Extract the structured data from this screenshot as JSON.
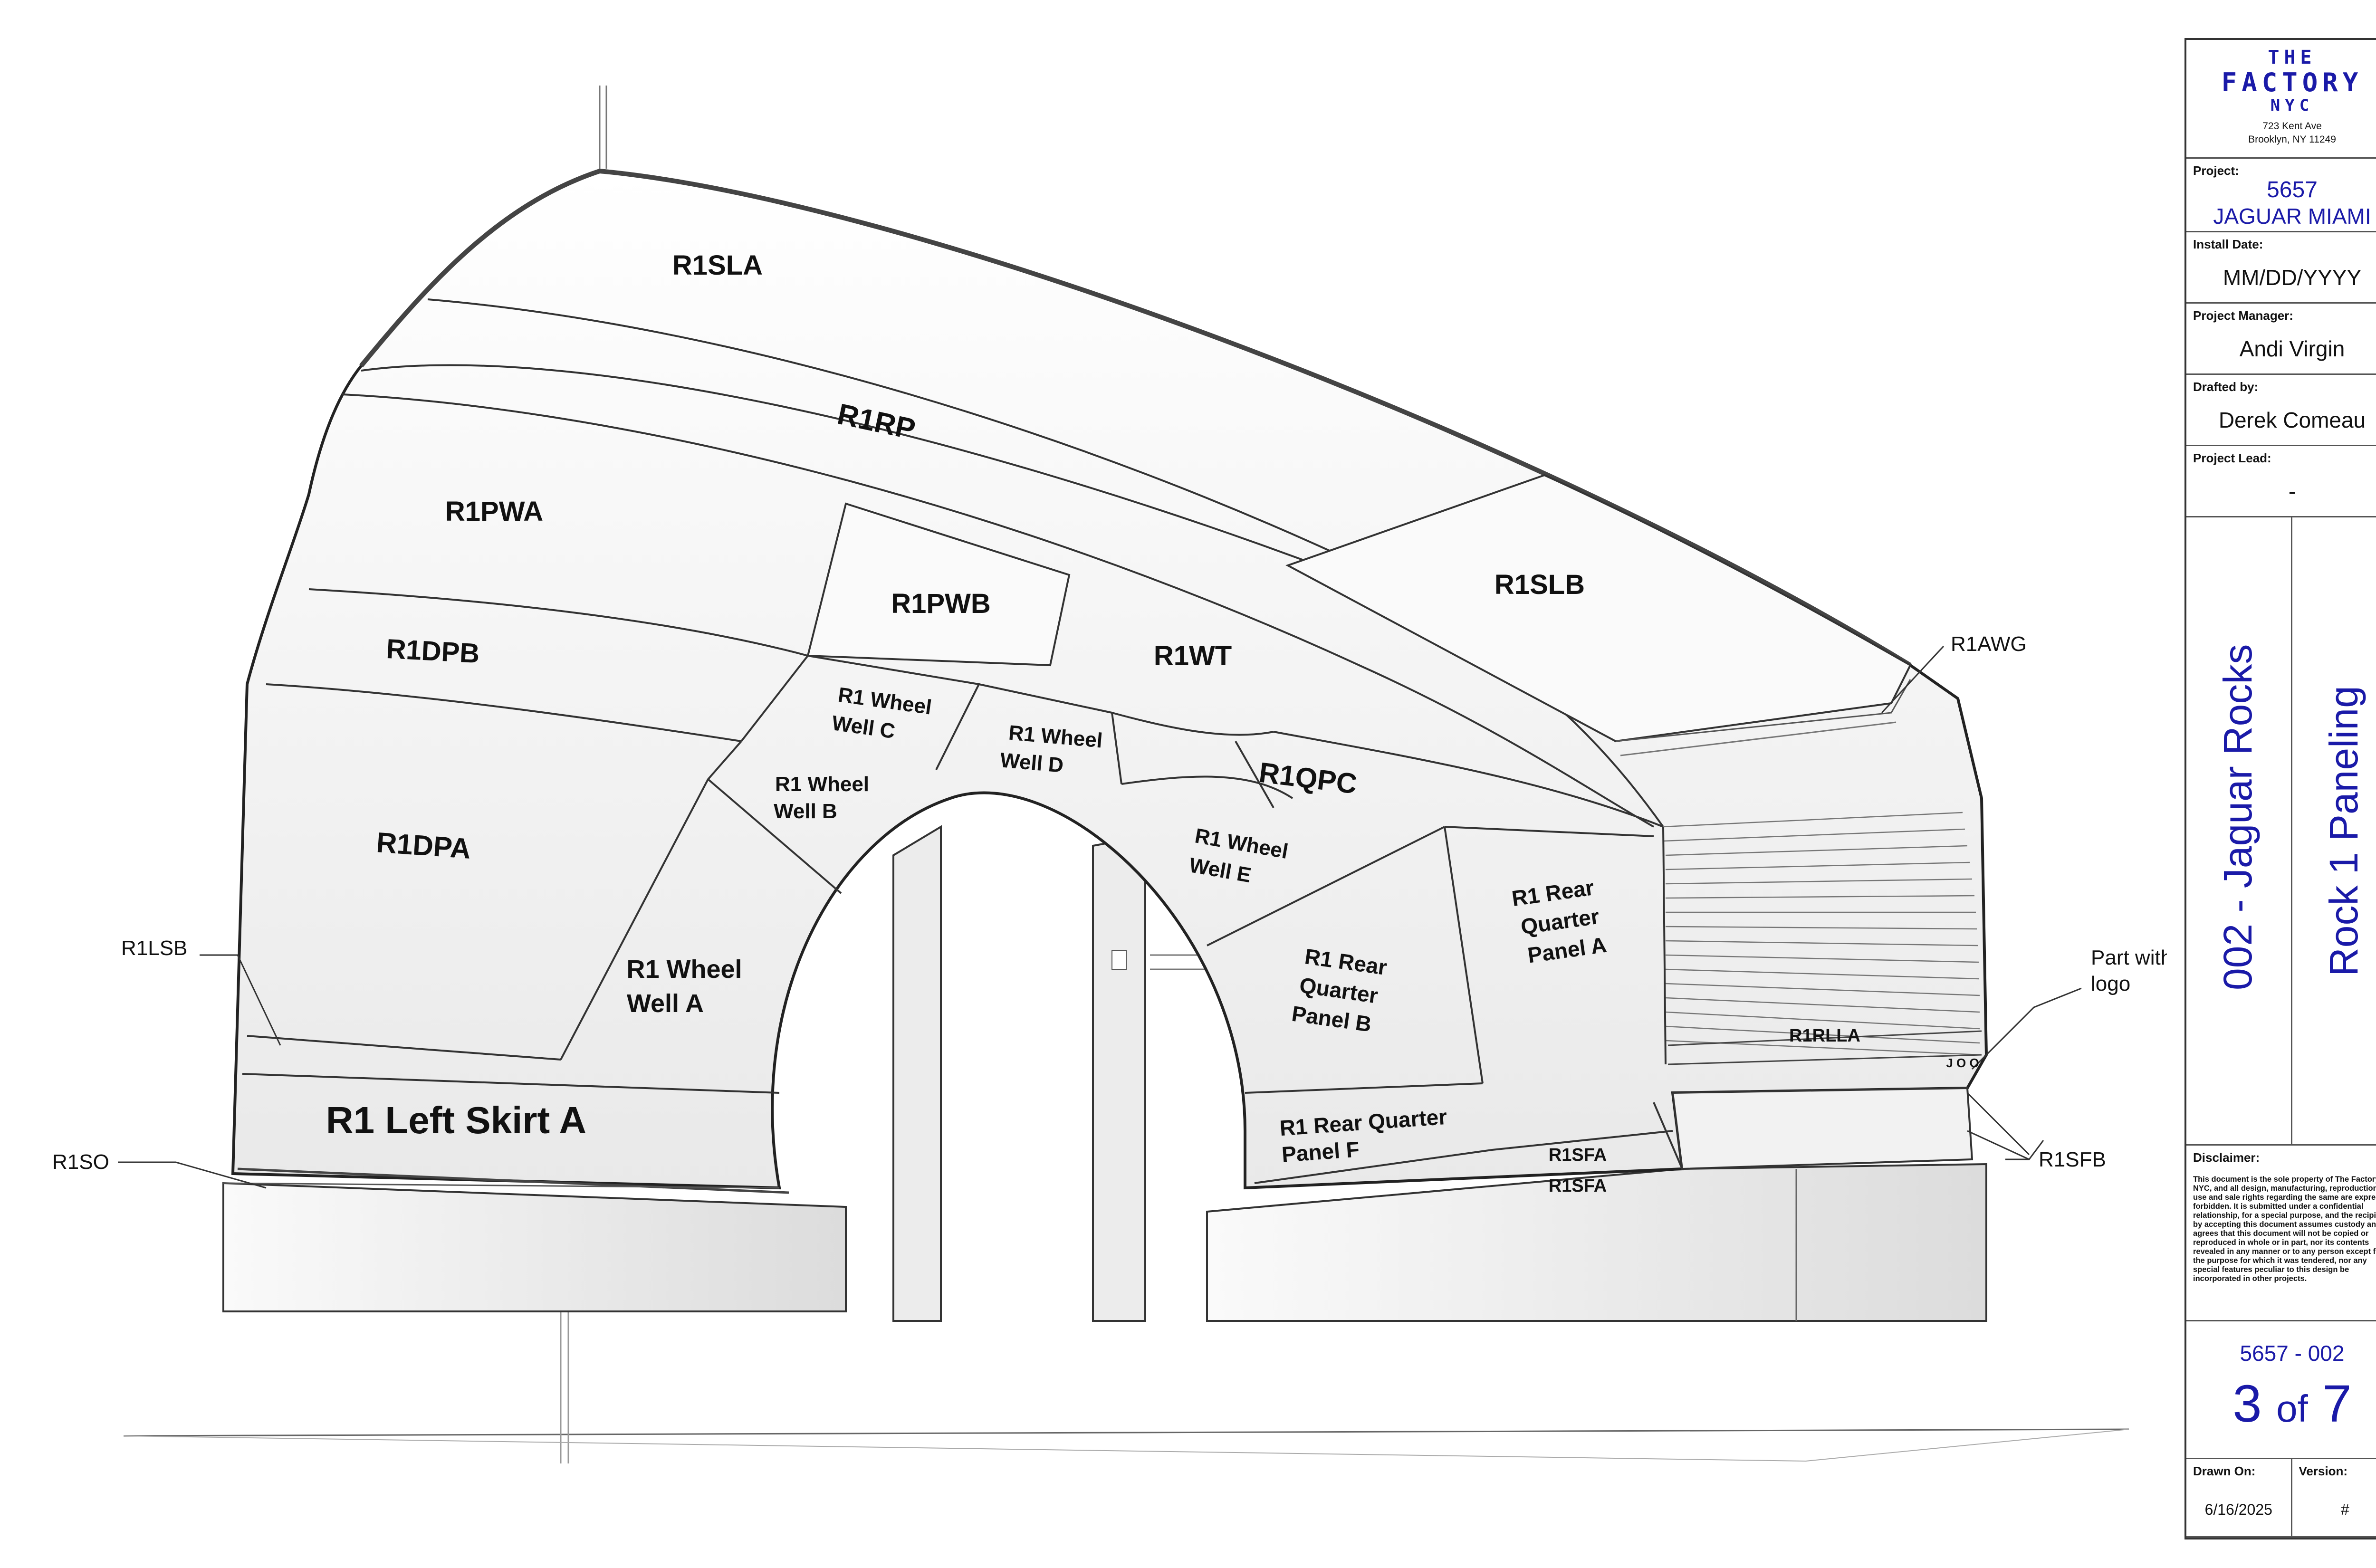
{
  "drawing": {
    "panels": {
      "r1sla": "R1SLA",
      "r1rp": "R1RP",
      "r1pwa": "R1PWA",
      "r1pwb": "R1PWB",
      "r1slb": "R1SLB",
      "r1dpb": "R1DPB",
      "r1wt": "R1WT",
      "well_c_1": "R1 Wheel",
      "well_c_2": "Well C",
      "well_d_1": "R1 Wheel",
      "well_d_2": "Well D",
      "well_b_1": "R1 Wheel",
      "well_b_2": "Well B",
      "r1qpc": "R1QPC",
      "r1dpa": "R1DPA",
      "well_e_1": "R1 Wheel",
      "well_e_2": "Well E",
      "rqa_1": "R1 Rear",
      "rqa_2": "Quarter",
      "rqa_3": "Panel A",
      "well_a_1": "R1 Wheel",
      "well_a_2": "Well A",
      "rqb_1": "R1 Rear",
      "rqb_2": "Quarter",
      "rqb_3": "Panel B",
      "r1rlla": "R1RLLA",
      "logo_mark": "J O O",
      "left_skirt": "R1 Left Skirt A",
      "rqf_1": "R1 Rear Quarter",
      "rqf_2": "Panel F",
      "r1sfa_1": "R1SFA",
      "r1sfa_2": "R1SFA"
    },
    "callouts": {
      "r1awg": "R1AWG",
      "r1lsb": "R1LSB",
      "part_logo_1": "Part with",
      "part_logo_2": "logo",
      "r1so": "R1SO",
      "r1sfb": "R1SFB"
    }
  },
  "title_block": {
    "logo": {
      "line1": "THE",
      "line2": "FACTORY",
      "line3": "NYC"
    },
    "address": {
      "line1": "723 Kent Ave",
      "line2": "Brooklyn, NY 11249"
    },
    "project": {
      "label": "Project:",
      "number": "5657",
      "name": "JAGUAR MIAMI"
    },
    "install_date": {
      "label": "Install Date:",
      "value": "MM/DD/YYYY"
    },
    "project_manager": {
      "label": "Project Manager:",
      "value": "Andi Virgin"
    },
    "drafted_by": {
      "label": "Drafted by:",
      "value": "Derek Comeau"
    },
    "project_lead": {
      "label": "Project Lead:",
      "value": "-"
    },
    "section_title": "002 - Jaguar Rocks",
    "sheet_title": "Rock 1 Paneling",
    "disclaimer": {
      "label": "Disclaimer:",
      "text": "This document is the sole property of The Factory NYC, and all design, manufacturing, reproduction, use and sale rights regarding the same are expressly forbidden. It is submitted under a confidential relationship, for a special purpose, and the recipient by accepting this document assumes custody and agrees that this document will not be copied or reproduced in whole or in part, nor its contents revealed in any manner or to any person except for the purpose for which it was tendered, nor any special features peculiar to this design be incorporated in other projects."
    },
    "drawing_number": "5657 - 002",
    "sheet": {
      "current": "3",
      "of": "of",
      "total": "7"
    },
    "drawn_on": {
      "label": "Drawn On:",
      "value": "6/16/2025"
    },
    "version": {
      "label": "Version:",
      "value": "#"
    }
  },
  "colors": {
    "brand_blue": "#1a1aa8",
    "line": "#333333",
    "panel_fill": "#f6f6f6"
  }
}
